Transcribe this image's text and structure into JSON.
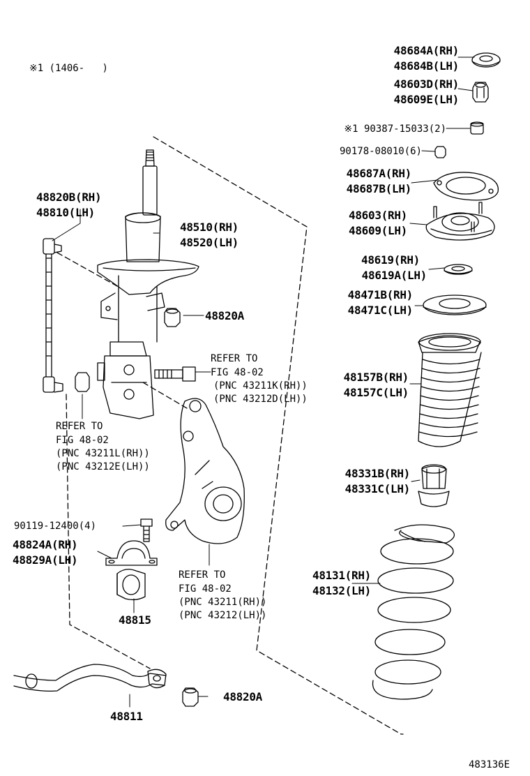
{
  "diagram": {
    "note": "※1 (1406-   )",
    "figure_id": "483136E",
    "labels": {
      "p48684": [
        "48684A(RH)",
        "48684B(LH)"
      ],
      "p48603d": [
        "48603D(RH)",
        "48609E(LH)"
      ],
      "p90387": "※1 90387-15033(2)",
      "p90178": "90178-08010(6)",
      "p48687": [
        "48687A(RH)",
        "48687B(LH)"
      ],
      "p48603": [
        "48603(RH)",
        "48609(LH)"
      ],
      "p48619": [
        "48619(RH)",
        "48619A(LH)"
      ],
      "p48471": [
        "48471B(RH)",
        "48471C(LH)"
      ],
      "p48157": [
        "48157B(RH)",
        "48157C(LH)"
      ],
      "p48331": [
        "48331B(RH)",
        "48331C(LH)"
      ],
      "p48131": [
        "48131(RH)",
        "48132(LH)"
      ],
      "p48820b": [
        "48820B(RH)",
        "48810(LH)"
      ],
      "p48510": [
        "48510(RH)",
        "48520(LH)"
      ],
      "p48820a_top": "48820A",
      "refer_bolt": [
        "REFER TO",
        "FIG 48-02",
        "(PNC 43211K(RH))",
        "(PNC 43212D(LH))"
      ],
      "refer_nut": [
        "REFER TO",
        "FIG 48-02",
        "(PNC 43211L(RH))",
        "(PNC 43212E(LH))"
      ],
      "p90119": "90119-12400(4)",
      "p48824": [
        "48824A(RH)",
        "48829A(LH)"
      ],
      "refer_knuckle": [
        "REFER TO",
        "FIG 48-02",
        "(PNC 43211(RH))",
        "(PNC 43212(LH))"
      ],
      "p48815": "48815",
      "p48811": "48811",
      "p48820a_bottom": "48820A"
    }
  }
}
